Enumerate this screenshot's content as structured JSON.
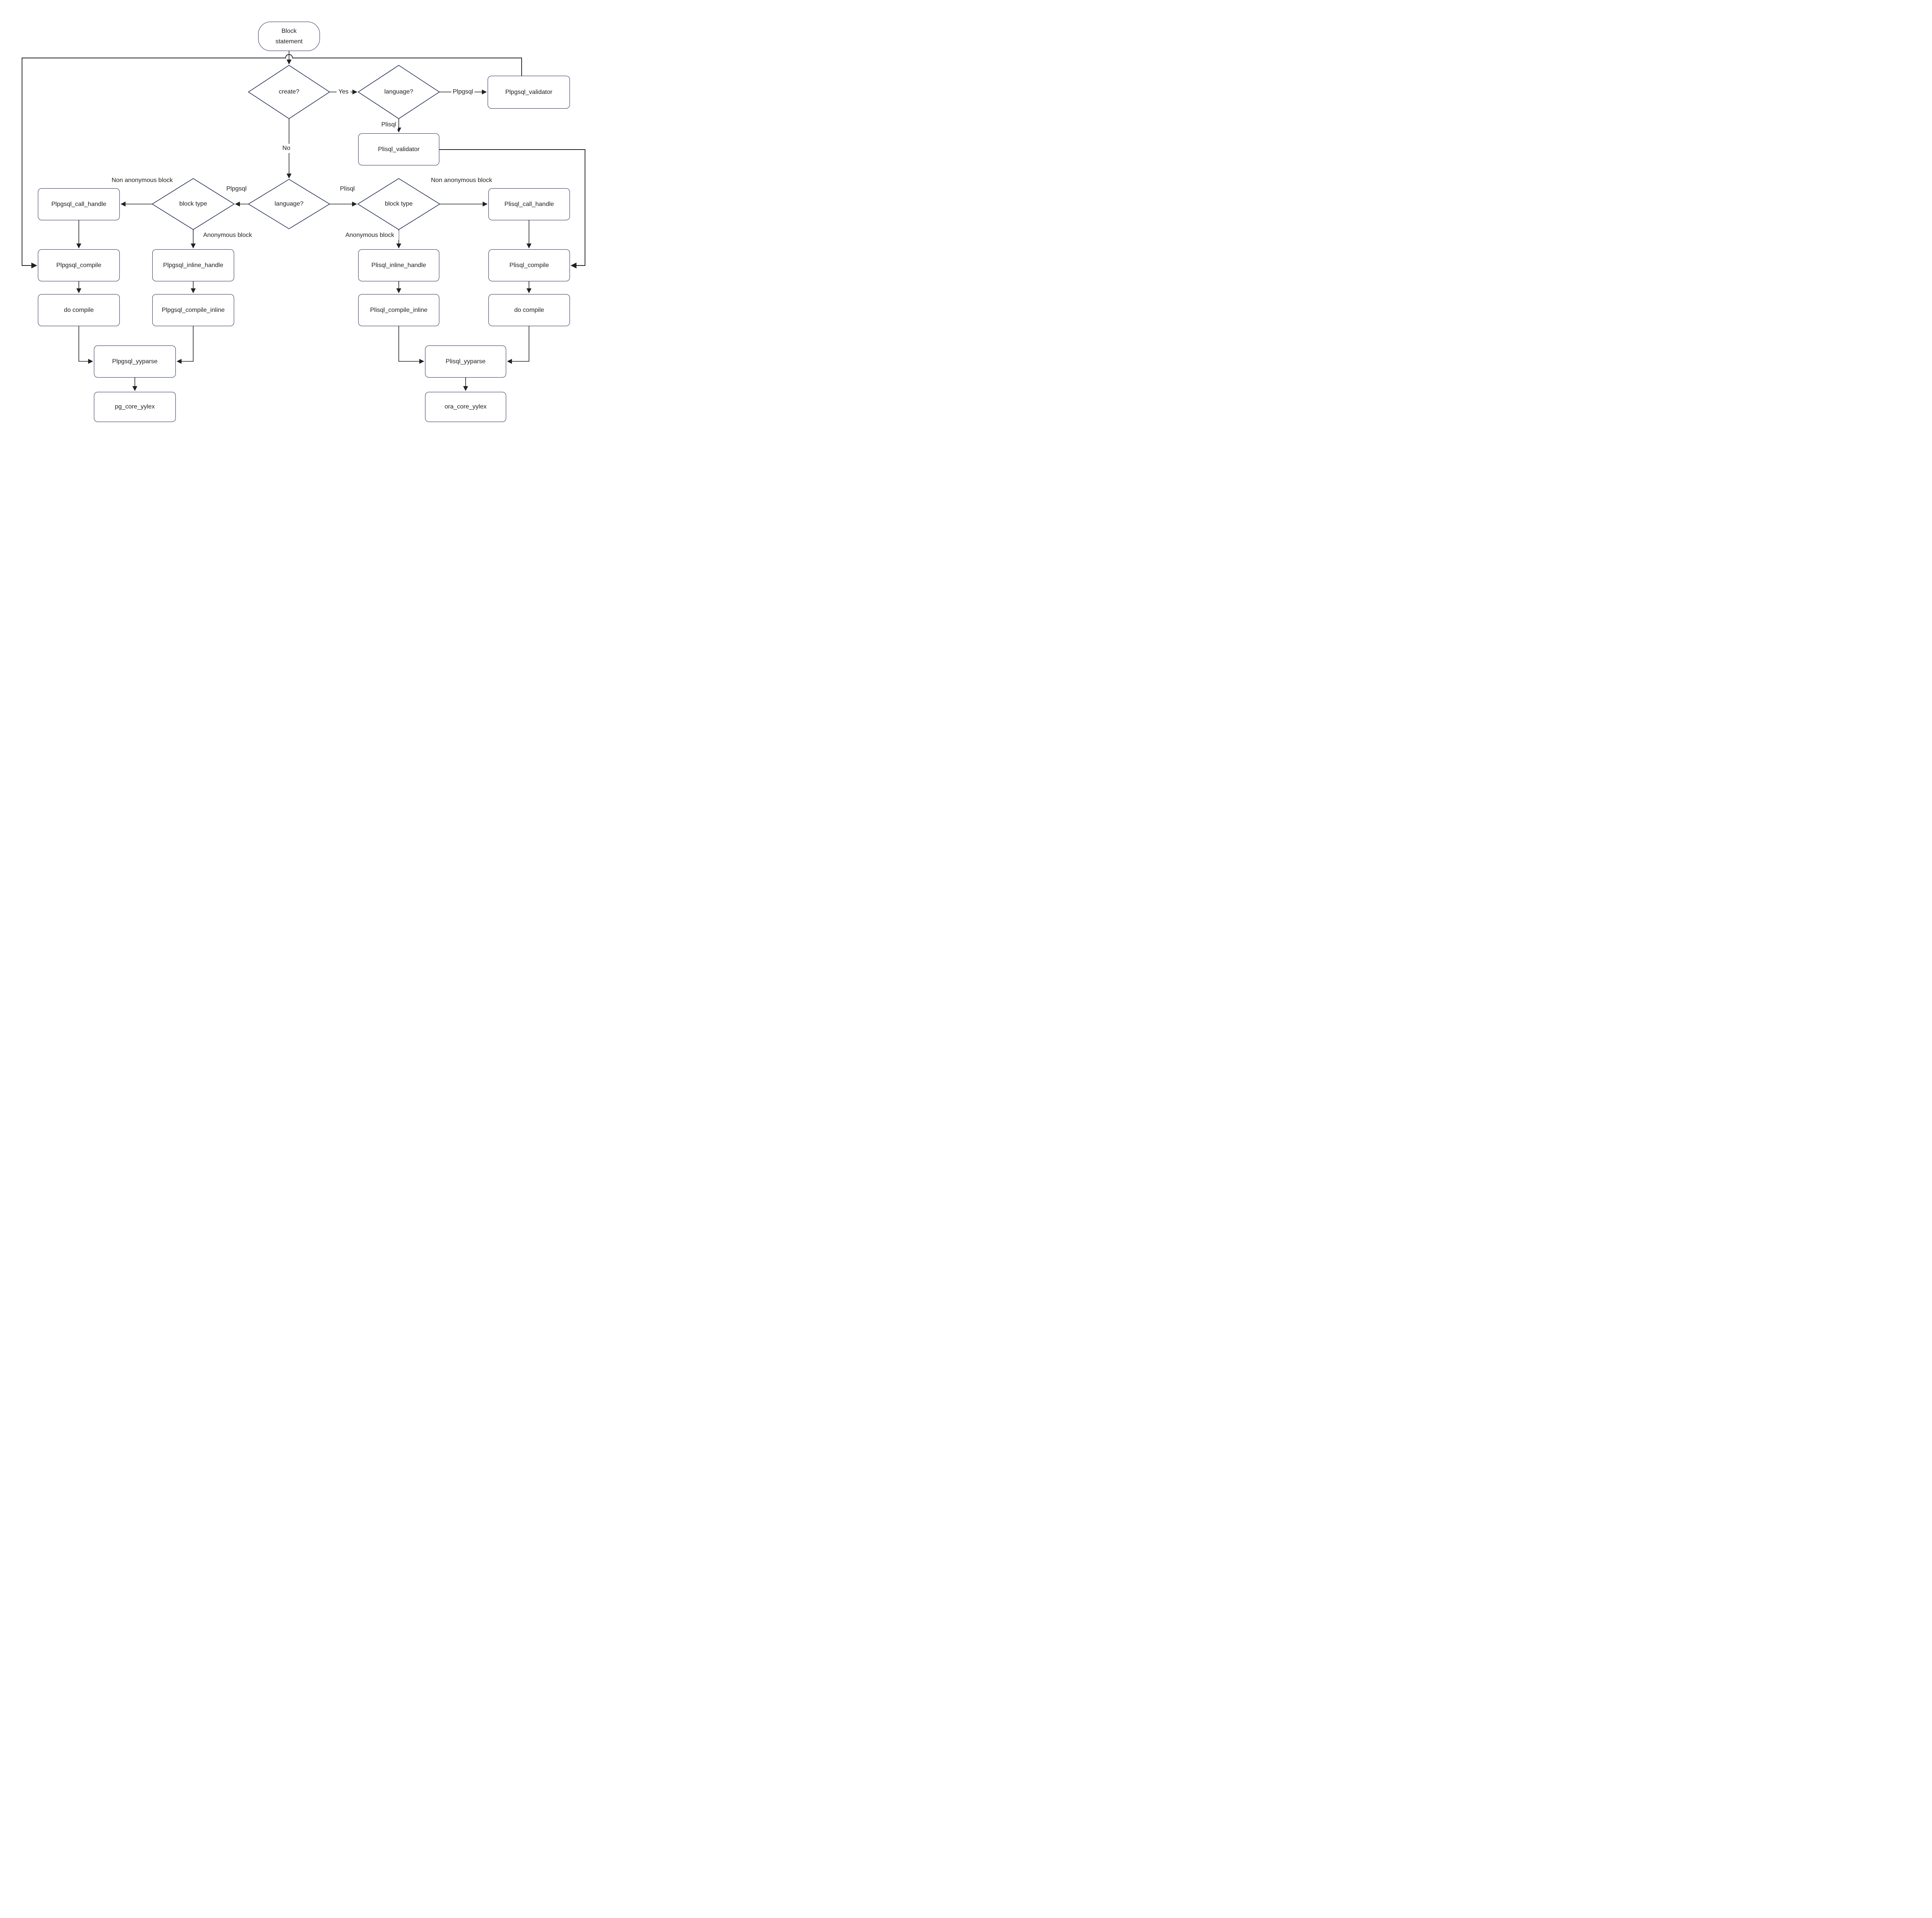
{
  "diagram": {
    "title_none": "",
    "colors": {
      "node_border": "#1f2b50",
      "connector": "#212121",
      "text": "#1d1d1d",
      "background": "#ffffff"
    },
    "nodes": {
      "block_statement": {
        "label": "Block statement",
        "type": "terminator"
      },
      "create_q": {
        "label": "create?",
        "type": "decision"
      },
      "language_top": {
        "label": "language?",
        "type": "decision"
      },
      "plpgsql_validator": {
        "label": "Plpgsql_validator",
        "type": "process"
      },
      "plisql_validator": {
        "label": "Plisql_validator",
        "type": "process"
      },
      "language_mid": {
        "label": "language?",
        "type": "decision"
      },
      "block_type_left": {
        "label": "block type",
        "type": "decision"
      },
      "block_type_right": {
        "label": "block type",
        "type": "decision"
      },
      "plpgsql_call_handle": {
        "label": "Plpgsql_call_handle",
        "type": "process"
      },
      "plpgsql_compile": {
        "label": "Plpgsql_compile",
        "type": "process"
      },
      "do_compile_left": {
        "label": "do compile",
        "type": "process"
      },
      "plpgsql_inline_handle": {
        "label": "Plpgsql_inline_handle",
        "type": "process"
      },
      "plpgsql_compile_inline": {
        "label": "Plpgsql_compile_inline",
        "type": "process"
      },
      "plpgsql_yyparse": {
        "label": "Plpgsql_yyparse",
        "type": "process"
      },
      "pg_core_yylex": {
        "label": "pg_core_yylex",
        "type": "process"
      },
      "plisql_call_handle": {
        "label": "Plisql_call_handle",
        "type": "process"
      },
      "plisql_compile": {
        "label": "Plisql_compile",
        "type": "process"
      },
      "do_compile_right": {
        "label": "do compile",
        "type": "process"
      },
      "plisql_inline_handle": {
        "label": "Plisql_inline_handle",
        "type": "process"
      },
      "plisql_compile_inline": {
        "label": "Plisql_compile_inline",
        "type": "process"
      },
      "plisql_yyparse": {
        "label": "Plisql_yyparse",
        "type": "process"
      },
      "ora_core_yylex": {
        "label": "ora_core_yylex",
        "type": "process"
      }
    },
    "edge_labels": {
      "yes": "Yes",
      "no": "No",
      "plpgsql_top": "Plpgsql",
      "plisql_top": "Plisql",
      "plpgsql_mid": "Plpgsql",
      "plisql_mid": "Plisql",
      "non_anonymous_left": "Non anonymous block",
      "anonymous_left": "Anonymous block",
      "non_anonymous_right": "Non anonymous block",
      "anonymous_right": "Anonymous block"
    },
    "edges": [
      {
        "from": "block_statement",
        "to": "create_q",
        "label": ""
      },
      {
        "from": "create_q",
        "to": "language_top",
        "label": "Yes"
      },
      {
        "from": "language_top",
        "to": "plpgsql_validator",
        "label": "Plpgsql"
      },
      {
        "from": "language_top",
        "to": "plisql_validator",
        "label": "Plisql"
      },
      {
        "from": "plpgsql_validator",
        "to": "plpgsql_compile",
        "label": ""
      },
      {
        "from": "plisql_validator",
        "to": "plisql_compile",
        "label": ""
      },
      {
        "from": "create_q",
        "to": "language_mid",
        "label": "No"
      },
      {
        "from": "language_mid",
        "to": "block_type_left",
        "label": "Plpgsql"
      },
      {
        "from": "language_mid",
        "to": "block_type_right",
        "label": "Plisql"
      },
      {
        "from": "block_type_left",
        "to": "plpgsql_call_handle",
        "label": "Non anonymous block"
      },
      {
        "from": "block_type_left",
        "to": "plpgsql_inline_handle",
        "label": "Anonymous block"
      },
      {
        "from": "plpgsql_call_handle",
        "to": "plpgsql_compile",
        "label": ""
      },
      {
        "from": "plpgsql_compile",
        "to": "do_compile_left",
        "label": ""
      },
      {
        "from": "do_compile_left",
        "to": "plpgsql_yyparse",
        "label": ""
      },
      {
        "from": "plpgsql_inline_handle",
        "to": "plpgsql_compile_inline",
        "label": ""
      },
      {
        "from": "plpgsql_compile_inline",
        "to": "plpgsql_yyparse",
        "label": ""
      },
      {
        "from": "plpgsql_yyparse",
        "to": "pg_core_yylex",
        "label": ""
      },
      {
        "from": "block_type_right",
        "to": "plisql_call_handle",
        "label": "Non anonymous block"
      },
      {
        "from": "block_type_right",
        "to": "plisql_inline_handle",
        "label": "Anonymous block"
      },
      {
        "from": "plisql_call_handle",
        "to": "plisql_compile",
        "label": ""
      },
      {
        "from": "plisql_compile",
        "to": "do_compile_right",
        "label": ""
      },
      {
        "from": "do_compile_right",
        "to": "plisql_yyparse",
        "label": ""
      },
      {
        "from": "plisql_inline_handle",
        "to": "plisql_compile_inline",
        "label": ""
      },
      {
        "from": "plisql_compile_inline",
        "to": "plisql_yyparse",
        "label": ""
      },
      {
        "from": "plisql_yyparse",
        "to": "ora_core_yylex",
        "label": ""
      }
    ]
  }
}
